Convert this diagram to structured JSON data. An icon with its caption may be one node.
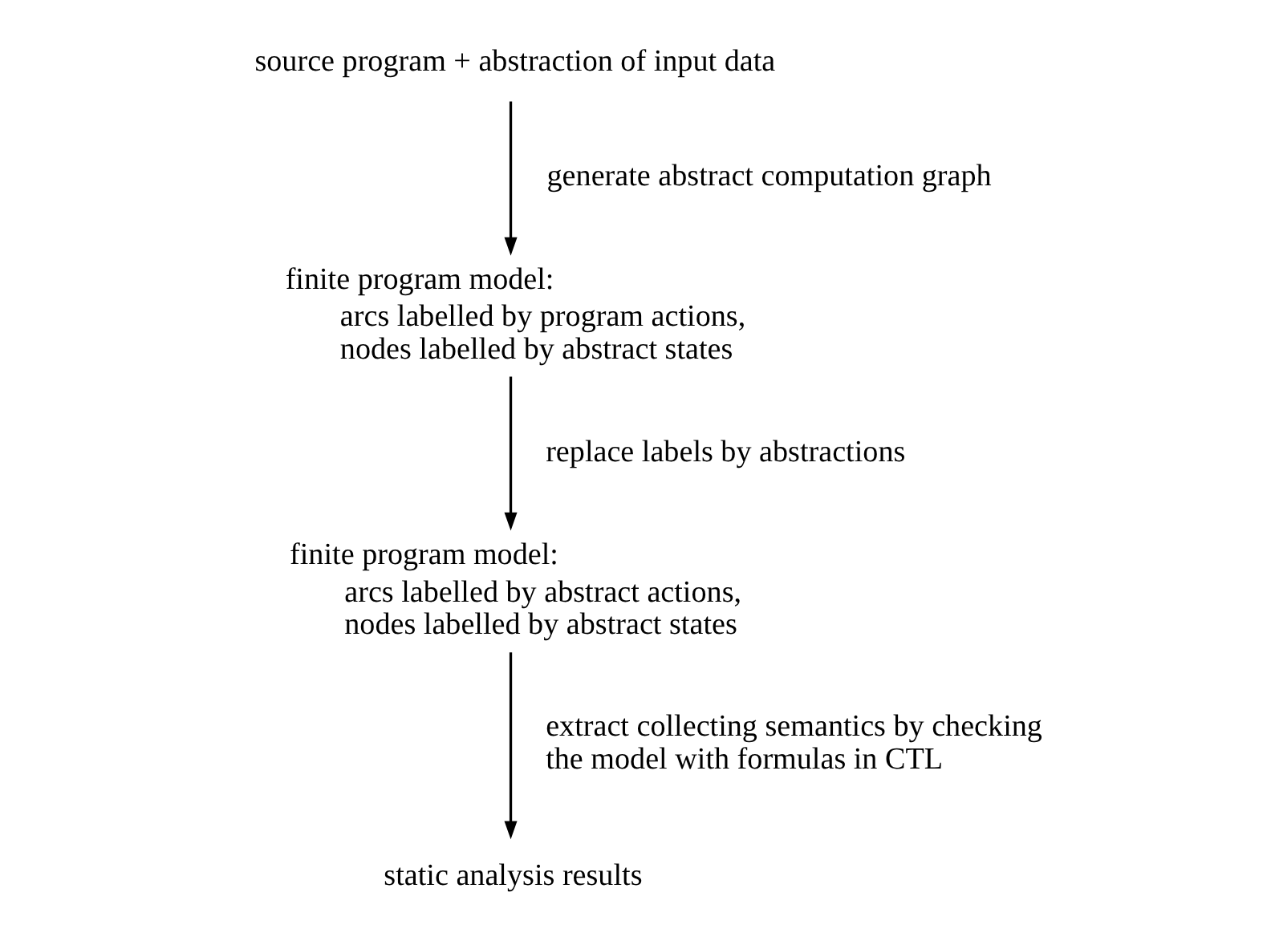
{
  "diagram": {
    "nodes": [
      {
        "text": [
          "source program + abstraction of input data"
        ]
      },
      {
        "text": [
          "finite program model:",
          "arcs labelled by program actions, nodes labelled by abstract states"
        ]
      },
      {
        "text": [
          "finite program model:",
          "arcs labelled by abstract actions, nodes labelled by abstract states"
        ]
      },
      {
        "text": [
          "static analysis results"
        ]
      }
    ],
    "edges": [
      {
        "from": 0,
        "to": 1,
        "arrow": "to",
        "label": "generate abstract computation graph"
      },
      {
        "from": 1,
        "to": 2,
        "arrow": "to",
        "label": "replace labels by abstractions"
      },
      {
        "from": 2,
        "to": 3,
        "arrow": "to",
        "label": "extract collecting semantics by checking the model with formulas in CTL"
      }
    ]
  }
}
